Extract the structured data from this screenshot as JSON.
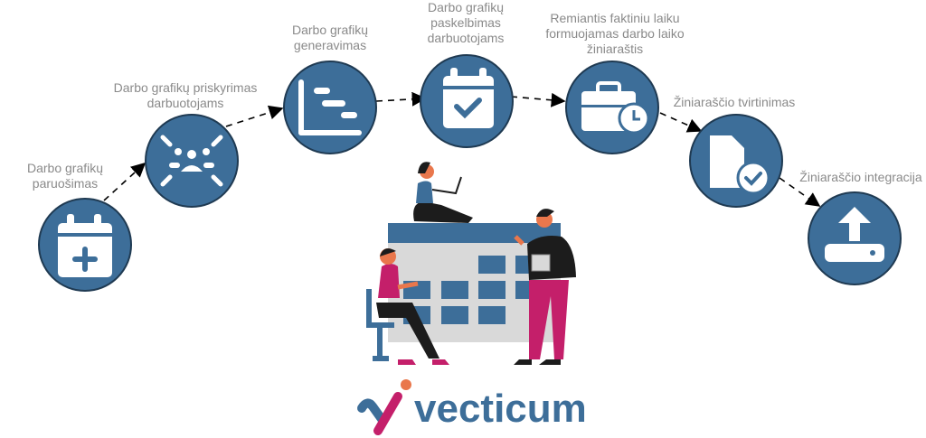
{
  "steps": [
    {
      "label_lines": [
        "Darbo grafikų",
        "paruošimas"
      ],
      "icon": "calendar-plus-icon"
    },
    {
      "label_lines": [
        "Darbo grafikų priskyrimas",
        "darbuotojams"
      ],
      "icon": "team-icon"
    },
    {
      "label_lines": [
        "Darbo grafikų",
        "generavimas"
      ],
      "icon": "gantt-chart-icon"
    },
    {
      "label_lines": [
        "Darbo grafikų",
        "paskelbimas",
        "darbuotojams"
      ],
      "icon": "calendar-check-icon"
    },
    {
      "label_lines": [
        "Remiantis faktiniu laiku",
        "formuojamas darbo laiko",
        "žiniaraštis"
      ],
      "icon": "briefcase-clock-icon"
    },
    {
      "label_lines": [
        "Žiniaraščio tvirtinimas"
      ],
      "icon": "document-check-icon"
    },
    {
      "label_lines": [
        "Žiniaraščio integracija"
      ],
      "icon": "upload-icon"
    }
  ],
  "logo": {
    "text": "vecticum"
  },
  "colors": {
    "circle": "#3d6e99",
    "outline": "#1f3a52",
    "label": "#8a8a8a",
    "magenta": "#c41f6a",
    "orange": "#e9774c"
  }
}
